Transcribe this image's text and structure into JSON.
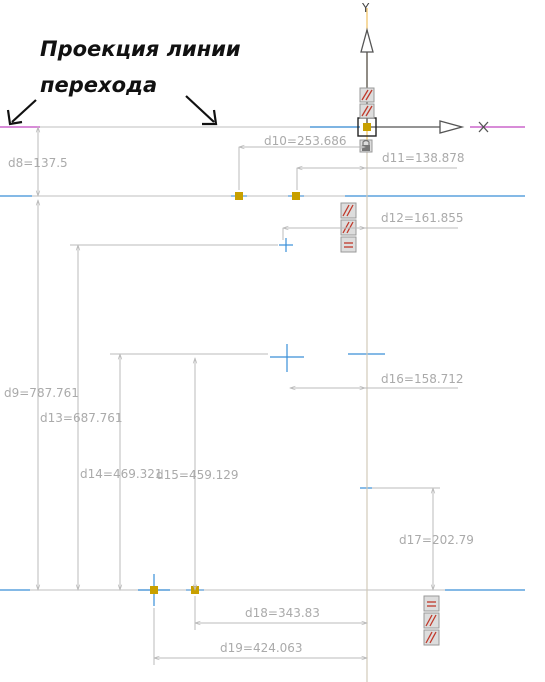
{
  "annotation": {
    "line1": "Проекция линии",
    "line2": "перехода"
  },
  "axes": {
    "x_label": "X",
    "y_label": "Y"
  },
  "dimensions": {
    "d8": "d8=137.5",
    "d9": "d9=787.761",
    "d10": "d10=253.686",
    "d11": "d11=138.878",
    "d12": "d12=161.855",
    "d13": "d13=687.761",
    "d14": "d14=469.321",
    "d15": "d15=459.129",
    "d16": "d16=158.712",
    "d17": "d17=202.79",
    "d18": "d18=343.83",
    "d19": "d19=424.063"
  },
  "colors": {
    "dimension": "#bbbbbb",
    "dimension_text": "#aaaaaa",
    "construction": "#cccccc",
    "projection_line": "#cc66cc",
    "blue_line": "#3a8fd8",
    "y_axis": "#f0c060",
    "snap_point": "#c8a000",
    "constraint_icon": "#c0392b"
  },
  "icons": [
    "parallel-constraint-icon",
    "lock-icon",
    "origin-icon",
    "arrow-icon"
  ]
}
